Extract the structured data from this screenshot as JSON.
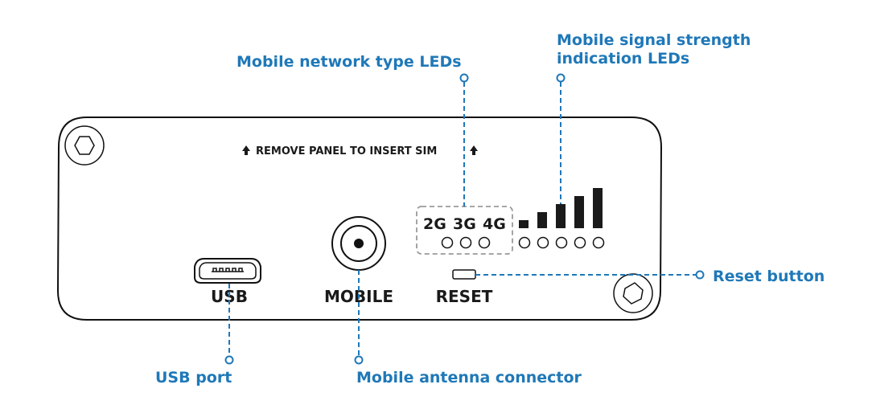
{
  "colors": {
    "callout": "#1f78b8",
    "outline": "#111111",
    "network_box_border": "#9a9a9a",
    "bar_fill": "#1a1a1a"
  },
  "callouts": {
    "network_type": "Mobile network type LEDs",
    "signal_strength_line1": "Mobile signal strength",
    "signal_strength_line2": "indication LEDs",
    "reset_button": "Reset button",
    "usb_port": "USB port",
    "antenna": "Mobile antenna connector"
  },
  "panel": {
    "notice": "REMOVE PANEL TO INSERT SIM",
    "notice_icon": "arrow-up-icon",
    "network_types": [
      "2G",
      "3G",
      "4G"
    ],
    "signal_levels": 5,
    "usb_label": "USB",
    "mobile_label": "MOBILE",
    "reset_label": "RESET"
  }
}
